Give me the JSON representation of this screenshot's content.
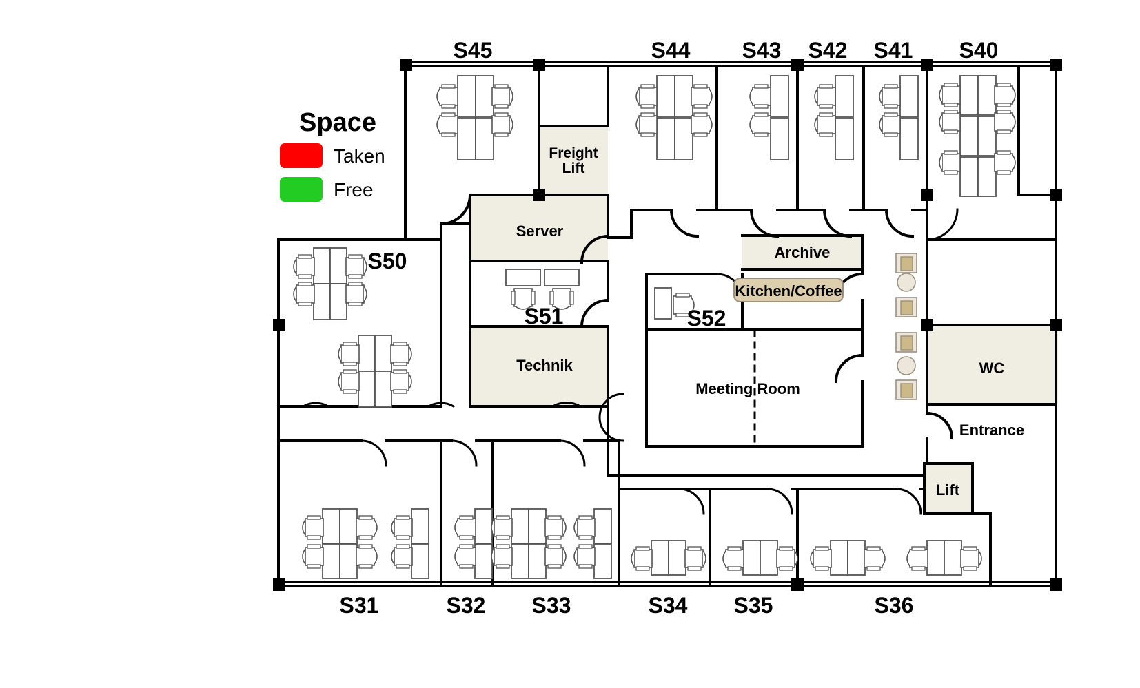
{
  "legend": {
    "title": "Space",
    "items": [
      {
        "label": "Taken",
        "color": "#ff0000"
      },
      {
        "label": "Free",
        "color": "#22cc22"
      }
    ]
  },
  "palette": {
    "wall": "#000000",
    "room_fill_beige": "#f0ede3",
    "kitchen_label_fill": "#ddcfae",
    "kitchen_label_stroke": "#9a9080",
    "furniture_stroke": "#555555",
    "corridor_symbol_fill": "#ece7da",
    "corridor_symbol_inner": "#cbb98a",
    "background": "#ffffff"
  },
  "rooms": {
    "top_row": [
      {
        "id": "S45",
        "label": "S45"
      },
      {
        "id": "S44",
        "label": "S44"
      },
      {
        "id": "S43",
        "label": "S43"
      },
      {
        "id": "S42",
        "label": "S42"
      },
      {
        "id": "S41",
        "label": "S41"
      },
      {
        "id": "S40",
        "label": "S40"
      }
    ],
    "bottom_row": [
      {
        "id": "S31",
        "label": "S31"
      },
      {
        "id": "S32",
        "label": "S32"
      },
      {
        "id": "S33",
        "label": "S33"
      },
      {
        "id": "S34",
        "label": "S34"
      },
      {
        "id": "S35",
        "label": "S35"
      },
      {
        "id": "S36",
        "label": "S36"
      }
    ],
    "interior": [
      {
        "id": "S50",
        "label": "S50"
      },
      {
        "id": "S51",
        "label": "S51"
      },
      {
        "id": "S52",
        "label": "S52"
      }
    ],
    "service": [
      {
        "id": "freight-lift",
        "label": "Freight Lift",
        "line1": "Freight",
        "line2": "Lift"
      },
      {
        "id": "server",
        "label": "Server"
      },
      {
        "id": "technik",
        "label": "Technik"
      },
      {
        "id": "archive",
        "label": "Archive"
      },
      {
        "id": "kitchen-coffee",
        "label": "Kitchen/Coffee"
      },
      {
        "id": "meeting-room",
        "label": "Meeting Room"
      },
      {
        "id": "wc",
        "label": "WC"
      },
      {
        "id": "entrance",
        "label": "Entrance"
      },
      {
        "id": "lift",
        "label": "Lift"
      }
    ]
  }
}
